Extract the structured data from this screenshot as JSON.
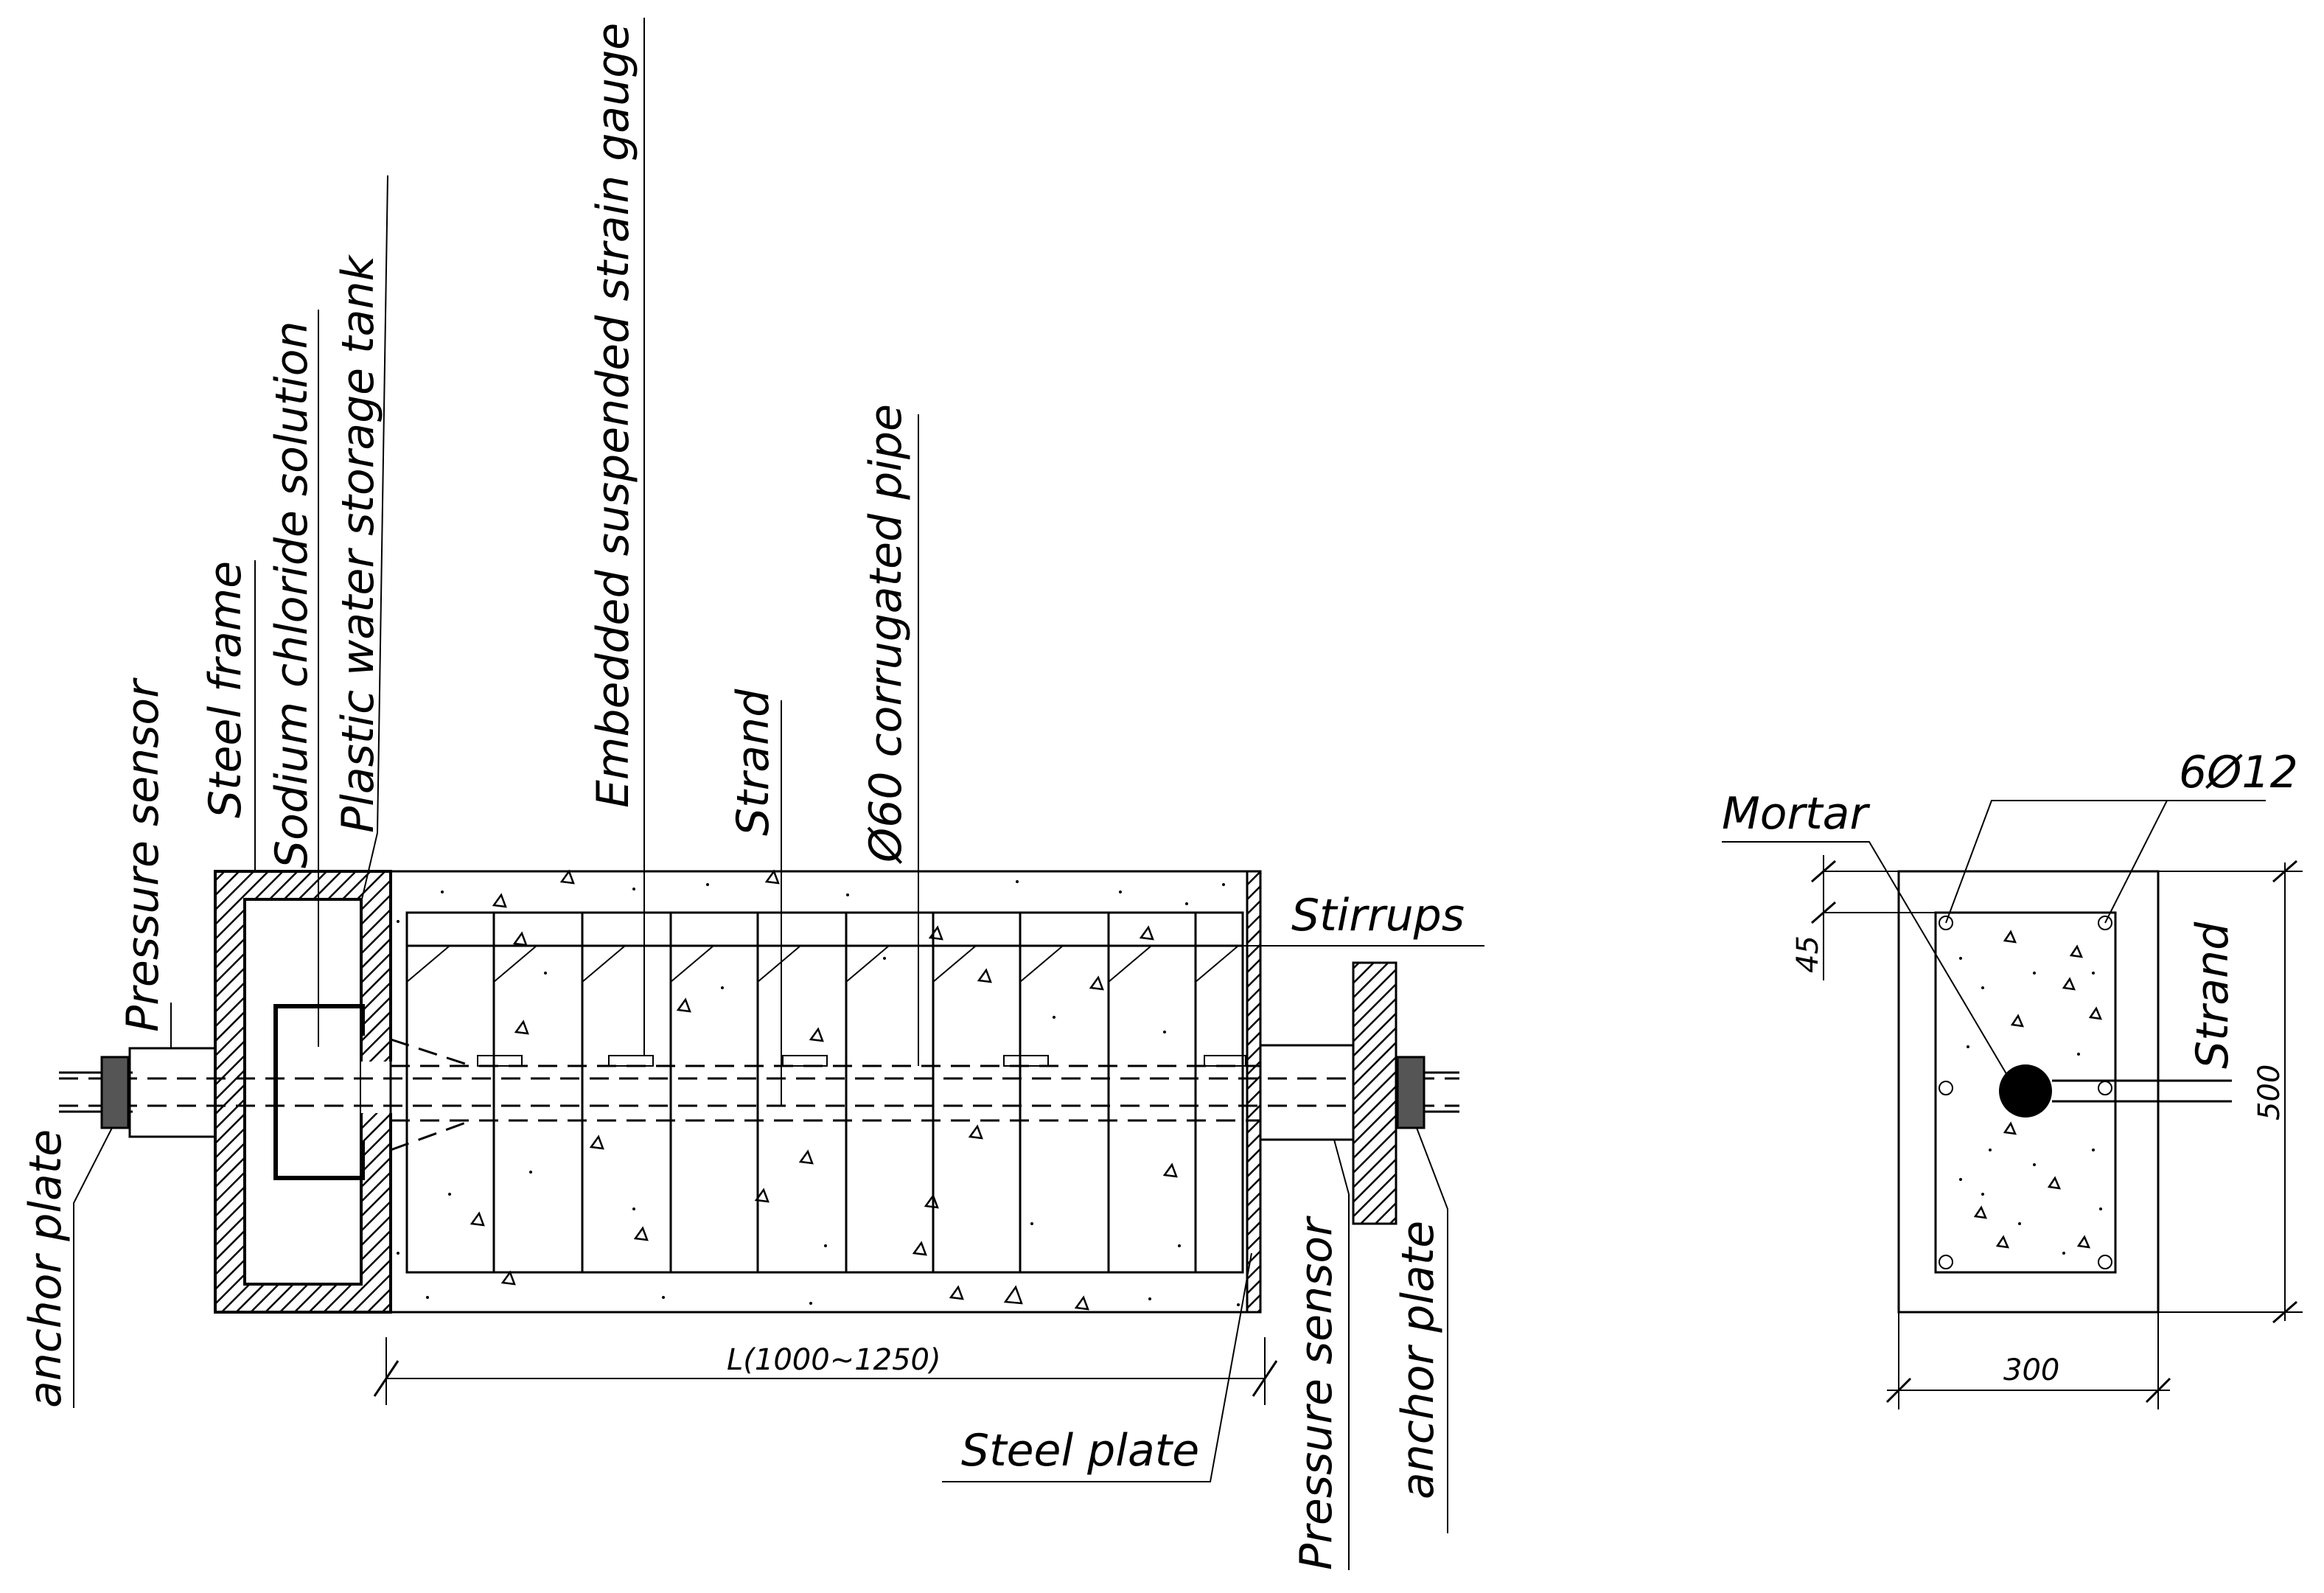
{
  "labels": {
    "anchor_plate_left": "anchor plate",
    "pressure_sensor_left": "Pressure sensor",
    "steel_frame": "Steel frame",
    "sodium_chloride": "Sodium chloride solution",
    "plastic_tank": "Plastic water storage tank",
    "strain_gauge": "Embedded suspended strain gauge",
    "strand": "Strand",
    "corrugated_pipe": "Ø60 corrugated pipe",
    "stirrups": "Stirrups",
    "steel_plate": "Steel plate",
    "pressure_sensor_right": "Pressure sensor",
    "anchor_plate_right": "anchor plate",
    "length_dim": "L(1000~1250)"
  },
  "section": {
    "mortar": "Mortar",
    "rebar": "6Ø12",
    "strand": "Strand",
    "dim_45": "45",
    "dim_500": "500",
    "dim_300": "300"
  },
  "colors": {
    "line": "#000000",
    "background": "#ffffff"
  }
}
